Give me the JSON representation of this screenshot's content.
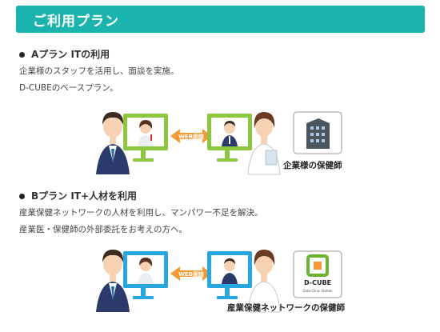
{
  "colors": {
    "banner": "#1bb3ae",
    "monitor_a": "#8dc63f",
    "monitor_b": "#27a6df",
    "arrow": "#f39a35",
    "hair": "#3a2a20",
    "suit": "#2b3a6b",
    "dcube_green": "#6ab42d"
  },
  "banner": {
    "title": "ご利用プラン"
  },
  "plan_a": {
    "title": "Aプラン ITの利用",
    "desc_line1": "企業様のスタッフを活用し、面談を実施。",
    "desc_line2": "D-CUBEのベースプラン。",
    "arrow_label": "WEB面談",
    "caption": "企業様の保健師",
    "right_icon": "office-building-icon"
  },
  "plan_b": {
    "title": "Bプラン IT+人材を利用",
    "desc_line1": "産業保健ネットワークの人材を利用し、マンパワー不足を解決。",
    "desc_line2": "産業医・保健師の外部委託をお考えの方へ。",
    "arrow_label": "WEB面談",
    "caption": "産業保健ネットワークの保健師",
    "logo_text": "D-CUBE",
    "logo_subtext": "Data Clinic Station"
  }
}
